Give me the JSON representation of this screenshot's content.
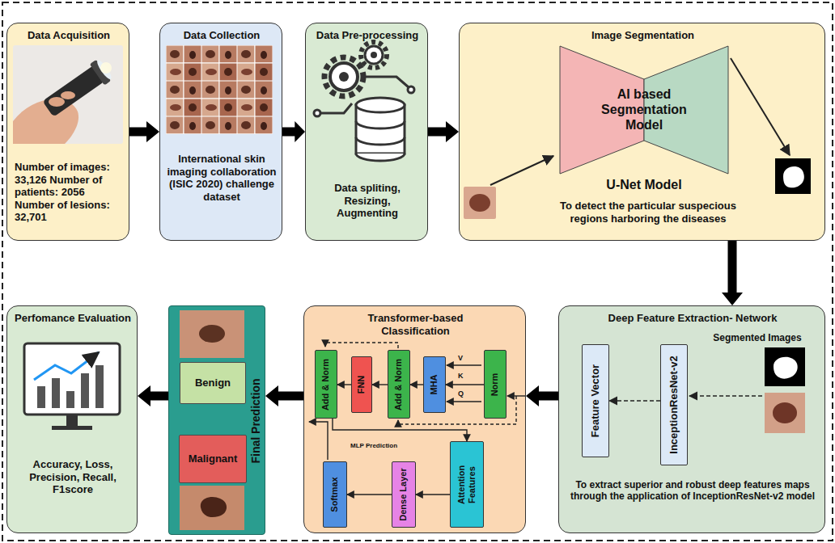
{
  "diagram": {
    "nodes": [
      {
        "text": [
          "Data Acquisition",
          "Number of images: 33,126 Number of patients: 2056 Number of lesions: 32,701"
        ]
      },
      {
        "text": [
          "Data Collection",
          "International skin imaging collaboration (ISIC 2020) challenge dataset"
        ]
      },
      {
        "text": [
          "Data Pre-processing",
          "Data spliting, Resizing, Augmenting"
        ]
      },
      {
        "text": [
          "Image Segmentation",
          "U-Net Model",
          "To detect the particular suspecious regions harboring the diseases"
        ]
      },
      {
        "text": [
          "AI based Segmentation Model"
        ],
        "in": 3
      },
      {
        "text": [
          "Perfomance Evaluation",
          "Accuracy, Loss, Precision, Recall, F1score"
        ]
      },
      {
        "text": [
          "Final Prediction"
        ]
      },
      {
        "text": [
          "Benign"
        ],
        "in": 6
      },
      {
        "text": [
          "Malignant"
        ],
        "in": 6
      },
      {
        "text": [
          "Transformer-based Classification"
        ]
      },
      {
        "text": [
          "Add & Norm"
        ],
        "in": 9
      },
      {
        "text": [
          "FNN"
        ],
        "in": 9
      },
      {
        "text": [
          "Add & Norm"
        ],
        "in": 9
      },
      {
        "text": [
          "MHA"
        ],
        "in": 9
      },
      {
        "text": [
          "Norm"
        ],
        "in": 9
      },
      {
        "text": [
          "Softmax"
        ],
        "in": 9
      },
      {
        "text": [
          "Dense Layer"
        ],
        "in": 9
      },
      {
        "text": [
          "Attention Features"
        ],
        "in": 9
      },
      {
        "text": [
          "Deep Feature Extraction- Network",
          "Segmented Images",
          "To extract superior and robust deep features maps through the application of InceptionResNet-v2 model"
        ]
      },
      {
        "text": [
          "Feature Vector"
        ],
        "in": 18
      },
      {
        "text": [
          "InceptionResNet-v2"
        ],
        "in": 18
      }
    ],
    "edges": [
      {
        "from": 0,
        "to": 1,
        "arrow": "to"
      },
      {
        "from": 1,
        "to": 2,
        "arrow": "to"
      },
      {
        "from": 2,
        "to": 3,
        "arrow": "to"
      },
      {
        "from": 3,
        "to": 18,
        "arrow": "to"
      },
      {
        "from": 18,
        "to": 9,
        "arrow": "to"
      },
      {
        "from": 9,
        "to": 6,
        "arrow": "to"
      },
      {
        "from": 6,
        "to": 5,
        "arrow": "to"
      },
      {
        "from": 20,
        "to": 19,
        "arrow": "to"
      },
      {
        "from": 14,
        "to": 13,
        "arrow": "to"
      },
      {
        "from": 13,
        "to": 12,
        "arrow": "to"
      },
      {
        "from": 12,
        "to": 11,
        "arrow": "to"
      },
      {
        "from": 11,
        "to": 10,
        "arrow": "to"
      },
      {
        "from": 10,
        "to": 17,
        "arrow": "to"
      },
      {
        "from": 17,
        "to": 16,
        "arrow": "to"
      },
      {
        "from": 16,
        "to": 15,
        "arrow": "to"
      }
    ],
    "labels": [
      "MLP Prediction",
      "V",
      "K",
      "Q"
    ]
  }
}
